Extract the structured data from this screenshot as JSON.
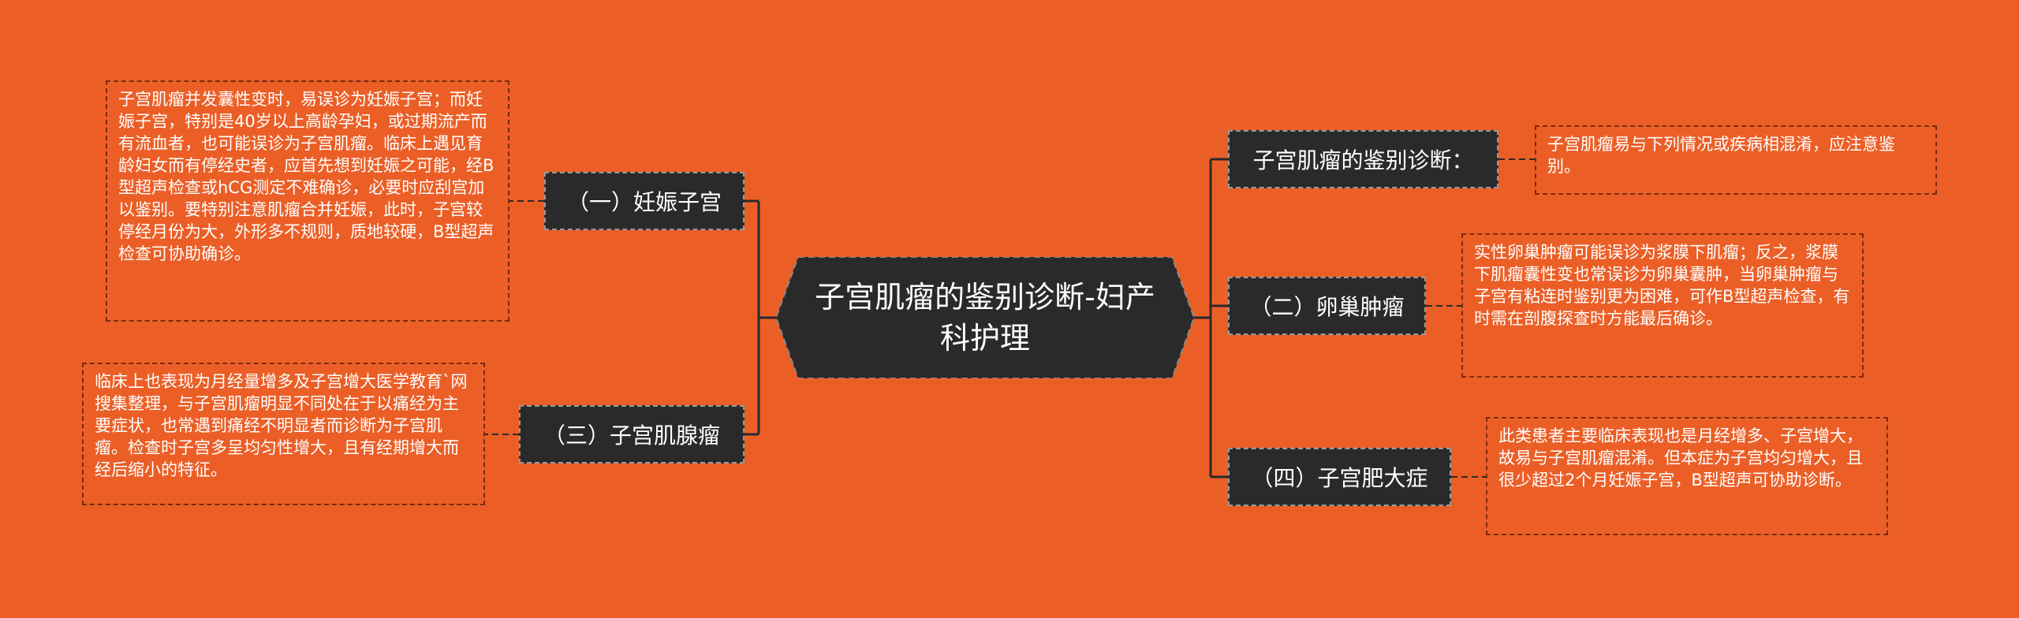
{
  "colors": {
    "background": "#EB5F27",
    "node_fill": "#2A2A2A",
    "node_text": "#FFFFFF",
    "connector": "#2A2A2A",
    "note_border": "#7A2A10"
  },
  "center": {
    "title": "子宫肌瘤的鉴别诊断-妇产科护理"
  },
  "branches": {
    "pregnancy": {
      "label": "（一）妊娠子宫",
      "note": "子宫肌瘤并发囊性变时，易误诊为妊娠子宫；而妊娠子宫，特别是40岁以上高龄孕妇，或过期流产而有流血者，也可能误诊为子宫肌瘤。临床上遇见育龄妇女而有停经史者，应首先想到妊娠之可能，经B型超声检查或hCG测定不难确诊，必要时应刮宫加以鉴别。要特别注意肌瘤合并妊娠，此时，子宫较停经月份为大，外形多不规则，质地较硬，B型超声检查可协助确诊。"
    },
    "adenomyosis": {
      "label": "（三）子宫肌腺瘤",
      "note": "临床上也表现为月经量增多及子宫增大医学教育`网搜集整理，与子宫肌瘤明显不同处在于以痛经为主要症状，也常遇到痛经不明显者而诊断为子宫肌瘤。检查时子宫多呈均匀性增大，且有经期增大而经后缩小的特征。"
    },
    "diagnosis": {
      "label": "子宫肌瘤的鉴别诊断：",
      "note": "子宫肌瘤易与下列情况或疾病相混淆，应注意鉴别。"
    },
    "ovarian": {
      "label": "（二）卵巢肿瘤",
      "note": "实性卵巢肿瘤可能误诊为浆膜下肌瘤；反之，浆膜下肌瘤囊性变也常误诊为卵巢囊肿，当卵巢肿瘤与子宫有粘连时鉴别更为困难，可作B型超声检查，有时需在剖腹探查时方能最后确诊。"
    },
    "hypertrophy": {
      "label": "（四）子宫肥大症",
      "note": "此类患者主要临床表现也是月经增多、子宫增大，故易与子宫肌瘤混淆。但本症为子宫均匀增大，且很少超过2个月妊娠子宫，B型超声可协助诊断。"
    }
  }
}
